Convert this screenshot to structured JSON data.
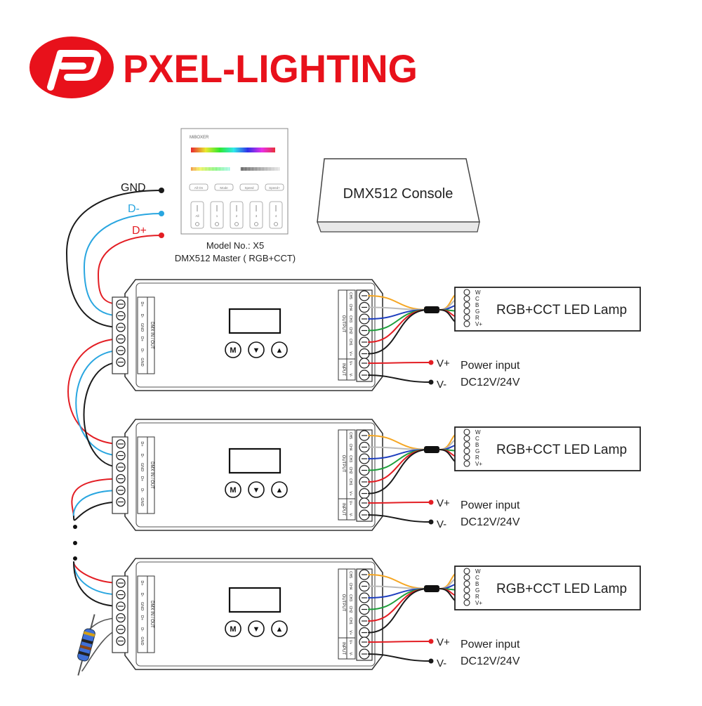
{
  "brand": {
    "name": "PXEL-LIGHTING",
    "color": "#e8111b"
  },
  "bus_labels": {
    "gnd": "GND",
    "d_minus": "D-",
    "d_plus": "D+"
  },
  "master": {
    "brand_mark": "MiBOXER",
    "buttons": [
      "All On",
      "Mode",
      "Speed",
      "Speed+"
    ],
    "zones": [
      "All",
      "1",
      "2",
      "3",
      "4"
    ],
    "model_label": "Model No.: X5",
    "description": "DMX512 Master ( RGB+CCT)"
  },
  "console": {
    "label": "DMX512 Console"
  },
  "decoder": {
    "left_terminals": [
      "D+",
      "D-",
      "GND",
      "D+",
      "D-",
      "GND"
    ],
    "dmx_label": "DMX IN / OUT",
    "output_label": "OUTPUT",
    "input_label": "INPUT",
    "channels": [
      "CH5",
      "CH4",
      "CH3",
      "CH2",
      "CH1",
      "V+"
    ],
    "input_terminals": [
      "V+",
      "V-"
    ],
    "buttons": [
      "M",
      "▼",
      "▲"
    ]
  },
  "lamp": {
    "label": "RGB+CCT LED Lamp",
    "pins": [
      "W",
      "C",
      "B",
      "G",
      "R",
      "V+"
    ]
  },
  "power": {
    "vplus": "V+",
    "vminus": "V-",
    "title": "Power input",
    "voltage": "DC12V/24V"
  },
  "wire_colors": {
    "gnd": "#1a1a1a",
    "d_minus": "#29a6e0",
    "d_plus": "#e31e24",
    "w": "#f5a623",
    "c": "#bbbbbb",
    "b": "#1f3fbf",
    "g": "#1e9e3a",
    "r": "#e31e24",
    "vplus": "#1a1a1a"
  }
}
